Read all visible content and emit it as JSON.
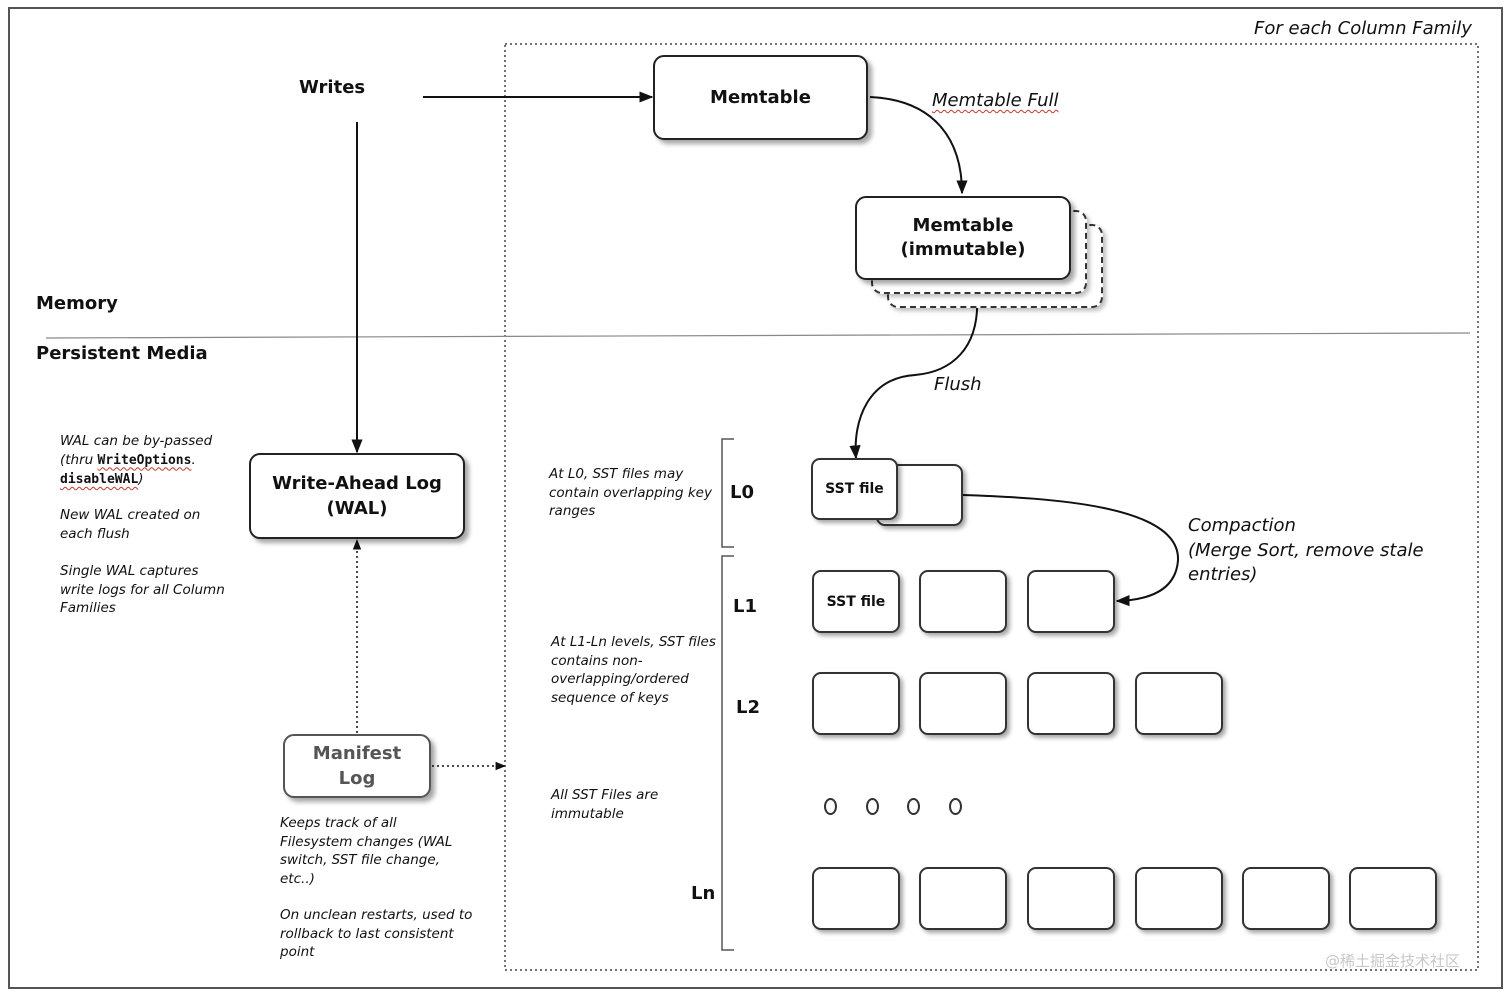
{
  "scope_label": "For each Column Family",
  "writes_label": "Writes",
  "memory_label": "Memory",
  "persistent_label": "Persistent Media",
  "memtable": "Memtable",
  "memtable_full": "Memtable Full",
  "immutable": {
    "line1": "Memtable",
    "line2": "(immutable)"
  },
  "flush": "Flush",
  "wal": {
    "line1": "Write-Ahead Log",
    "line2": "(WAL)"
  },
  "manifest": {
    "line1": "Manifest",
    "line2": "Log"
  },
  "wal_notes": {
    "bypass_prefix": "WAL can be by-passed",
    "bypass_thru": "(thru ",
    "bypass_opt1": "WriteOptions",
    "bypass_dot": ".",
    "bypass_opt2": "disableWAL",
    "bypass_close": ")",
    "new_wal": "New WAL created on each flush",
    "single_wal": "Single WAL captures write logs for all Column Families"
  },
  "manifest_notes": {
    "tracks": "Keeps track of all Filesystem changes (WAL switch, SST file change, etc..)",
    "restart": "On unclean restarts, used to rollback to last consistent point"
  },
  "level_notes": {
    "l0": "At L0, SST files may contain overlapping key ranges",
    "l1ln": "At L1-Ln levels, SST files contains non-overlapping/ordered sequence of keys",
    "immutable": "All SST Files are immutable"
  },
  "levels": [
    "L0",
    "L1",
    "L2",
    "Ln"
  ],
  "sst_label": "SST file",
  "compaction": {
    "line1": "Compaction",
    "line2": "(Merge Sort, remove stale",
    "line3": "entries)"
  },
  "watermark": "@稀土掘金技术社区"
}
